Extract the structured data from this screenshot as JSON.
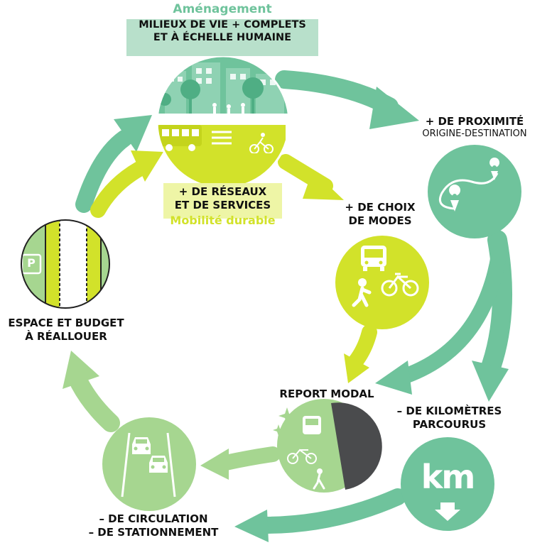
{
  "top": {
    "title": "Aménagement",
    "line1": "MILIEUX DE VIE + COMPLETS",
    "line2": "ET À ÉCHELLE HUMAINE"
  },
  "mobility": {
    "line1": "+ DE RÉSEAUX",
    "line2": "ET DE SERVICES",
    "subtitle": "Mobilité durable"
  },
  "proximity": {
    "line1": "+ DE PROXIMITÉ",
    "line2": "ORIGINE-DESTINATION"
  },
  "modes": {
    "line1": "+ DE CHOIX",
    "line2": "DE MODES"
  },
  "report": {
    "label": "REPORT MODAL"
  },
  "kilometres": {
    "line1": "– DE KILOMÈTRES",
    "line2": "PARCOURUS",
    "icon_text": "km"
  },
  "circulation": {
    "line1": "– DE CIRCULATION",
    "line2": "– DE STATIONNEMENT"
  },
  "space": {
    "line1": "ESPACE ET BUDGET",
    "line2": "À RÉALLOUER",
    "parking_symbol": "P"
  },
  "colors": {
    "dark_green": "#6fc39c",
    "lime": "#d2e22a",
    "light_green": "#a6d690",
    "pale_green": "#b8e0cb",
    "pale_lime": "#eef5a6",
    "dark_grey": "#4a4b4d"
  }
}
